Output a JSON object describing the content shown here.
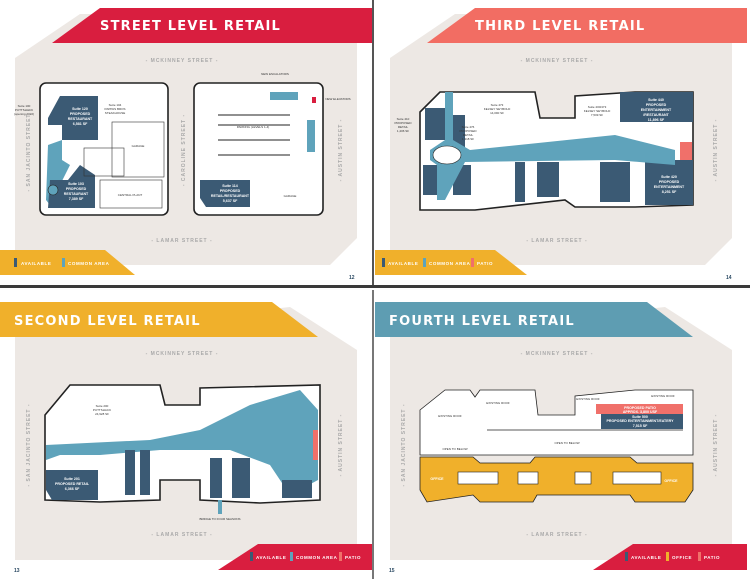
{
  "colors": {
    "available": "#3b5a74",
    "common_area": "#5fa3bb",
    "patio": "#f0706a",
    "office": "#f0b02b",
    "street_red": "#d91e3f",
    "third_salmon": "#f26d63",
    "second_orange": "#f0b02b",
    "fourth_teal": "#5e9db2",
    "beige": "#ede8e4"
  },
  "streets": {
    "north": "- MCKINNEY STREET -",
    "south": "- LAMAR STREET -",
    "west": "- SAN JACINTO STREET -",
    "east": "- AUSTIN STREET -",
    "middle": "- CAROLINE STREET -"
  },
  "pages": {
    "street": {
      "title": "STREET LEVEL RETAIL",
      "page_number": "12",
      "legend": [
        "AVAILABLE",
        "COMMON AREA"
      ],
      "labels": {
        "s100": [
          "Suite 100",
          "PUTTSHACK",
          "(opening 2022)"
        ],
        "s120": [
          "Suite 120",
          "PROPOSED",
          "RESTAURANT",
          "6,581 SF"
        ],
        "s104": [
          "Suite 104",
          "PAPPAS BROS",
          "STEAKHOUSE"
        ],
        "s103": [
          "Suite 103",
          "PROPOSED",
          "RESTAURANT",
          "7,389 SF"
        ],
        "s114": [
          "Suite 114",
          "PROPOSED",
          "RETAIL/RESTAURANT",
          "5,637 SF"
        ],
        "parking": "PARKING (LEVELS 1-4)",
        "garage": "GARAGE",
        "central": "CENTRAL PLANT",
        "garage2": "GARAGE",
        "escalator": "NEW ESCALATORS",
        "elevator": "NEW ELEVATORS"
      }
    },
    "third": {
      "title": "THIRD LEVEL RETAIL",
      "page_number": "14",
      "legend": [
        "AVAILABLE",
        "COMMON AREA",
        "PATIO"
      ],
      "labels": {
        "s473": [
          "Suite 473",
          "KELSEY SEYBOLD",
          "14,090 SF"
        ],
        "s400": [
          "Suite 400/473",
          "KELSEY SEYBOLD",
          "7,509 SF"
        ],
        "s440": [
          "Suite 440",
          "PROPOSED",
          "ENTERTAINMENT",
          "/RESTAURANT",
          "11,896 SF"
        ],
        "s476": [
          "Suite 476",
          "PROPOSED",
          "RETAIL",
          "1,318 SF"
        ],
        "s420": [
          "Suite 420",
          "PROPOSED",
          "ENTERTAINMENT",
          "8,251 SF"
        ],
        "s410": [
          "Suite 410",
          "PROPOSED",
          "RETAIL",
          "1,406 SF"
        ]
      }
    },
    "second": {
      "title": "SECOND LEVEL RETAIL",
      "page_number": "13",
      "legend": [
        "AVAILABLE",
        "COMMON AREA",
        "PATIO"
      ],
      "labels": {
        "s200": [
          "Suite 200",
          "PUTTSHACK",
          "24,928 SF"
        ],
        "s201": [
          "Suite 201",
          "PROPOSED RETAIL",
          "6,366 SF"
        ],
        "bridge": "BRIDGE TO FOUR SEASONS"
      }
    },
    "fourth": {
      "title": "FOURTH LEVEL RETAIL",
      "page_number": "15",
      "legend": [
        "AVAILABLE",
        "OFFICE",
        "PATIO"
      ],
      "labels": {
        "patio": [
          "PROPOSED PATIO",
          "APPROX. 3,800 USF"
        ],
        "s500": [
          "Suite 500",
          "PROPOSED ENTERTAINMENT/EATERY",
          "7,515 SF"
        ],
        "office_w": "OFFICE",
        "office_e": "OFFICE",
        "open1": "OPEN TO BELOW",
        "open2": "OPEN TO BELOW",
        "roof1": "EXISTING ROOF",
        "roof2": "EXISTING ROOF",
        "roof3": "EXISTING ROOF",
        "roof4": "EXISTING ROOF"
      }
    }
  }
}
